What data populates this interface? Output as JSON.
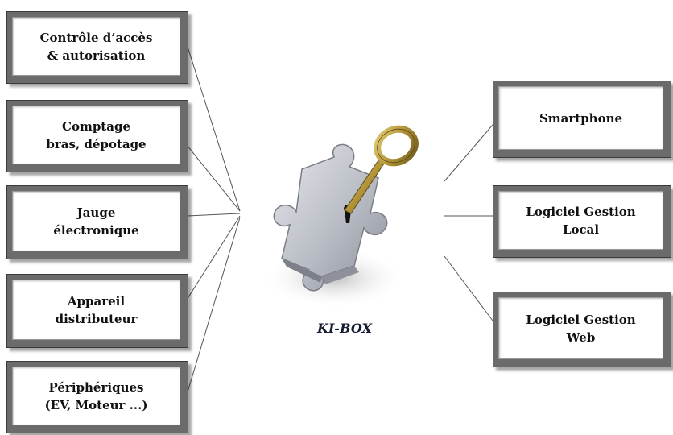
{
  "left_boxes": [
    {
      "label": "Contrôle d’accès\n& autorisation"
    },
    {
      "label": "Comptage\nbras, dépotage"
    },
    {
      "label": "Jauge\nélectronique"
    },
    {
      "label": "Appareil\ndistributeur"
    },
    {
      "label": "Périphériques\n(EV, Moteur ...)"
    }
  ],
  "right_boxes": [
    {
      "label": "Smartphone"
    },
    {
      "label": "Logiciel Gestion\nLocal"
    },
    {
      "label": "Logiciel Gestion\nWeb"
    }
  ],
  "hub": {
    "caption": "KI-BOX",
    "icon": "puzzle-key-icon"
  },
  "colors": {
    "frame": "#6b6b6b",
    "line": "#555555",
    "key": "#b8a040",
    "puzzle": "#c9ccd3"
  }
}
